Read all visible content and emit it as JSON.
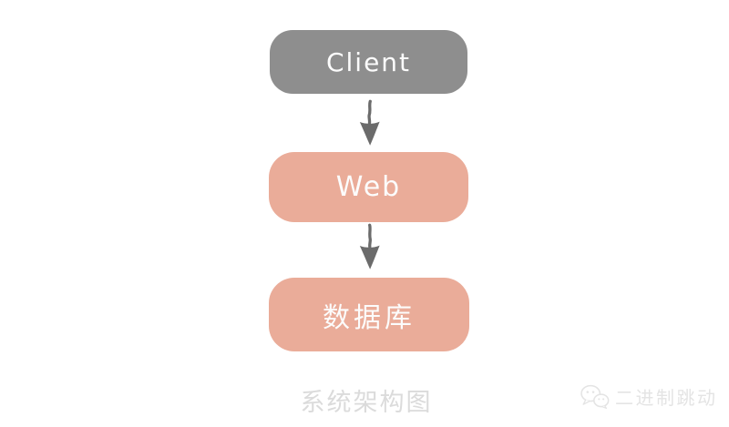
{
  "page": {
    "background": "#ffffff"
  },
  "diagram": {
    "type": "flowchart",
    "caption": "系统架构图",
    "caption_color": "#DBDBDB",
    "arrow_color": "#6B6B6B",
    "nodes": [
      {
        "id": "client",
        "label": "Client",
        "fill": "#8E8E8E",
        "text_color": "#FCFCFC"
      },
      {
        "id": "web",
        "label": "Web",
        "fill": "#EAAC99",
        "text_color": "#FCFCFC"
      },
      {
        "id": "database",
        "label": "数据库",
        "fill": "#EAAC99",
        "text_color": "#FCFCFC"
      }
    ],
    "edges": [
      {
        "from": "client",
        "to": "web",
        "direction": "down"
      },
      {
        "from": "web",
        "to": "database",
        "direction": "down"
      }
    ]
  },
  "watermark": {
    "icon": "wechat-chat-bubbles-icon",
    "text": "二进制跳动",
    "color": "#E4E4E4"
  }
}
